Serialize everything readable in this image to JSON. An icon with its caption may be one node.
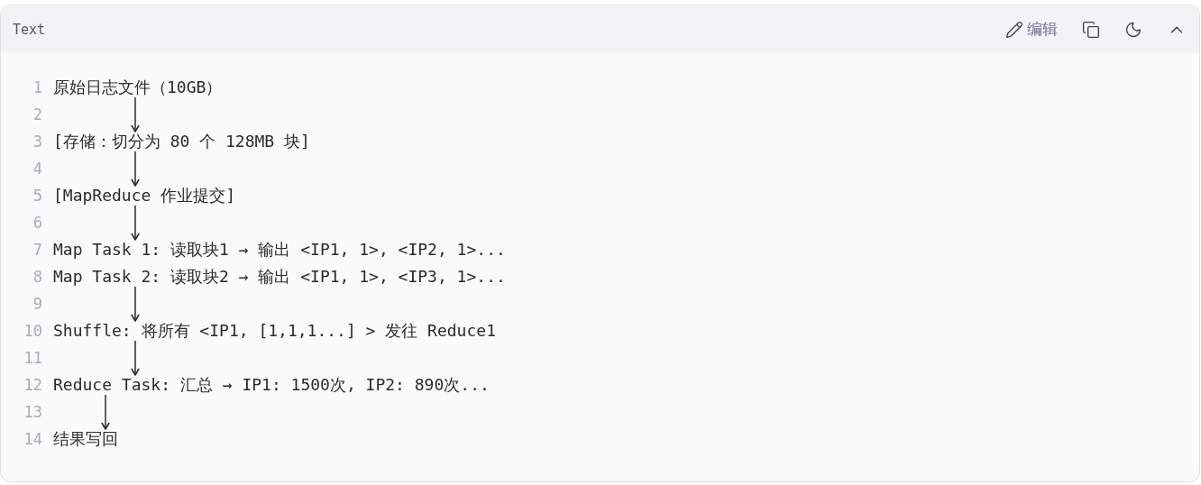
{
  "diagram": {
    "nodes": [
      {
        "text": [
          "原始日志文件（10GB）"
        ]
      },
      {
        "text": [
          "[存储：切分为 80 个 128MB 块]"
        ]
      },
      {
        "text": [
          "[MapReduce 作业提交]"
        ]
      },
      {
        "text": [
          "Map Task 1: 读取块1 → 输出 <IP1, 1>, <IP2, 1>..."
        ]
      },
      {
        "text": [
          "Map Task 2: 读取块2 → 输出 <IP1, 1>, <IP3, 1>..."
        ]
      },
      {
        "text": [
          "Shuffle: 将所有 <IP1, [1,1,1...] > 发往 Reduce1"
        ]
      },
      {
        "text": [
          "Reduce Task: 汇总 → IP1: 1500次, IP2: 890次..."
        ]
      },
      {
        "text": [
          "结果写回"
        ]
      }
    ],
    "edges": [
      {
        "from": 0,
        "to": 1,
        "arrow": "to"
      },
      {
        "from": 1,
        "to": 2,
        "arrow": "to"
      },
      {
        "from": 2,
        "to": 3,
        "arrow": "to"
      },
      {
        "from": 4,
        "to": 5,
        "arrow": "to"
      },
      {
        "from": 5,
        "to": 6,
        "arrow": "to"
      },
      {
        "from": 6,
        "to": 7,
        "arrow": "to"
      }
    ],
    "labels": [
      "Text",
      "编辑",
      "1",
      "2",
      "3",
      "4",
      "5",
      "6",
      "7",
      "8",
      "9",
      "10",
      "11",
      "12",
      "13",
      "14"
    ]
  }
}
